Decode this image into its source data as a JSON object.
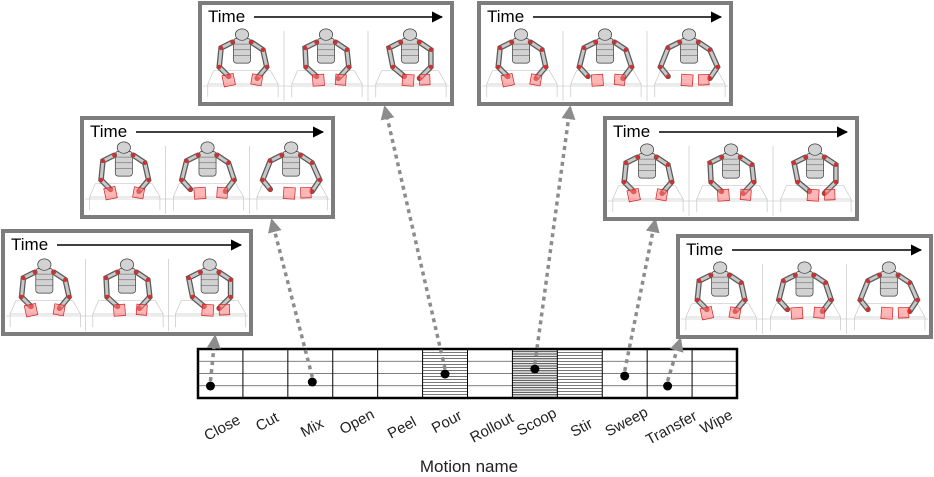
{
  "time_label": "Time",
  "axis_title": "Motion name",
  "motions": [
    "Close",
    "Cut",
    "Mix",
    "Open",
    "Peel",
    "Pour",
    "Rollout",
    "Scoop",
    "Stir",
    "Sweep",
    "Transfer",
    "Wipe"
  ],
  "highlighted_cells": [
    "Pour",
    "Scoop",
    "Stir"
  ],
  "examples": [
    {
      "motion": "Close",
      "frames": 3
    },
    {
      "motion": "Mix",
      "frames": 3
    },
    {
      "motion": "Pour",
      "frames": 3
    },
    {
      "motion": "Scoop",
      "frames": 3
    },
    {
      "motion": "Sweep",
      "frames": 3
    },
    {
      "motion": "Transfer",
      "frames": 3
    }
  ],
  "colors": {
    "panel_border": "#7d7d7d",
    "pointer": "#8c8c8c",
    "joint_red": "#d03030",
    "ghost_red": "#ff7a7a"
  }
}
